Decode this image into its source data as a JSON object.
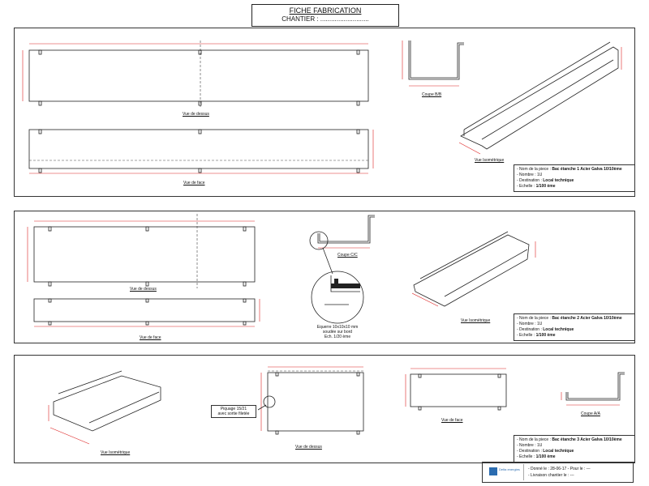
{
  "header": {
    "title": "FICHE FABRICATION",
    "subtitle": "CHANTIER : ..........................."
  },
  "sheet1": {
    "labels": {
      "top_view": "Vue de dessus",
      "front_view": "Vue de face",
      "section": "Coupe B/B",
      "iso": "Vue Isométrique"
    },
    "info": {
      "name_label": "- Nom de la piece :",
      "name_value": "Bac étanche 1 Acier Galva 10/10ème",
      "qty": "- Nombre : 1U",
      "dest_label": "- Destination :",
      "dest_value": "Local technique",
      "scale_label": "- Echelle :",
      "scale_value": "1/100 ème"
    }
  },
  "sheet2": {
    "labels": {
      "top_view": "Vue de dessus",
      "front_view": "Vue de face",
      "section": "Coupe C/C",
      "iso": "Vue Isométrique"
    },
    "detail_note": [
      "Equerre 10x10x10 mm",
      "soudée sur bord",
      "Ech. 1/20 ème"
    ],
    "info": {
      "name_label": "- Nom de la piece :",
      "name_value": "Bac étanche 2 Acier Galva 10/10ème",
      "qty": "- Nombre : 1U",
      "dest_label": "- Destination :",
      "dest_value": "Local technique",
      "scale_label": "- Echelle :",
      "scale_value": "1/100 ème"
    }
  },
  "sheet3": {
    "labels": {
      "iso": "Vue Isométrique",
      "top_view": "Vue de dessus",
      "front_view": "Vue de face",
      "section": "Coupe A/A"
    },
    "callout": [
      "Piquage 15/21",
      "avec sortie filetée"
    ],
    "info": {
      "name_label": "- Nom de la piece :",
      "name_value": "Bac étanche 3 Acier Galva 10/10ème",
      "qty": "- Nombre : 1U",
      "dest_label": "- Destination :",
      "dest_value": "Local technique",
      "scale_label": "- Echelle :",
      "scale_value": "1/100 ème"
    }
  },
  "footer": {
    "logo_text": "Delta energies",
    "date_line": "- Donné le : 28-06-17 - Pour le : ---",
    "delivery_line": "- Livraison chantier le : ---"
  },
  "colors": {
    "dimension": "#d22222",
    "line": "#222222"
  }
}
